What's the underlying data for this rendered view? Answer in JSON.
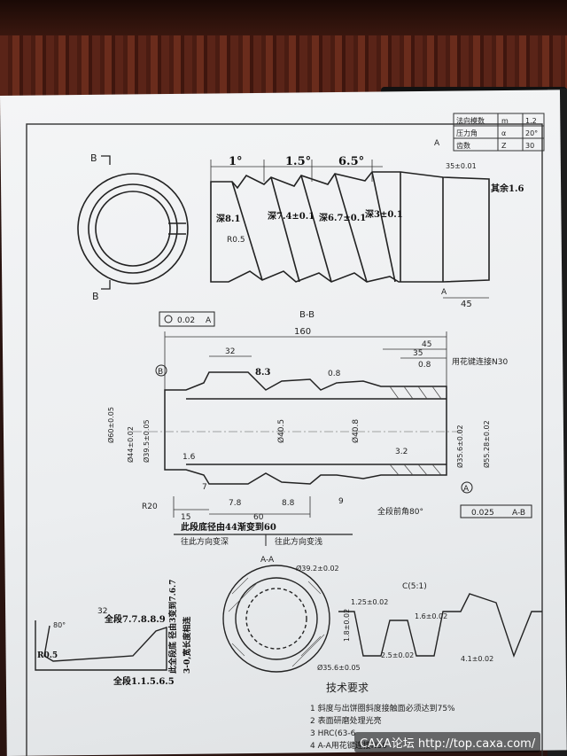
{
  "title_block": {
    "rows": [
      [
        "法向模数",
        "m",
        "1.2"
      ],
      [
        "压力角",
        "α",
        "20°"
      ],
      [
        "齿数",
        "Z",
        "30"
      ]
    ]
  },
  "top_view": {
    "section_b_label": "B",
    "section_b_label2": "B",
    "section_a_label": "A",
    "section_a_label2": "A",
    "pitch_1": "1°",
    "pitch_2": "1.5°",
    "pitch_3": "6.5°",
    "depth_1": "深8.1",
    "depth_2": "深7.4±0.1",
    "depth_3": "深6.7±0.1",
    "depth_4": "深3±0.1",
    "angle": "35±0.01",
    "radius": "R0.5",
    "length_45": "45",
    "remainder": "其余1.6"
  },
  "section_bb": {
    "title": "B-B",
    "tolerance_box": "0.02",
    "tolerance_ref": "A",
    "dim_160": "160",
    "dim_45": "45",
    "dim_35": "35",
    "dim_32": "32",
    "dim_8_3": "8.3",
    "roughness_08a": "0.8",
    "roughness_08b": "0.8",
    "spline_note": "用花键连接N30",
    "dia_60": "Ø60±0.05",
    "dia_44": "Ø44±0.02",
    "dia_39": "Ø39.5±0.05",
    "dia_40_5": "Ø40.5",
    "dia_40_8": "Ø40.8",
    "dia_35_6": "Ø35.6±0.02",
    "dia_55_28": "Ø55.28±0.02",
    "roughness_16": "1.6",
    "roughness_32": "3.2",
    "datum_b": "B",
    "datum_a": "A",
    "r20": "R20",
    "dim_7": "7",
    "dim_7_8": "7.8",
    "dim_8_8": "8.8",
    "dim_9": "9",
    "dim_15": "15",
    "dim_60": "60",
    "chamfer_note": "全段前角80°",
    "runout": "0.025",
    "runout_ref": "A-B",
    "hand_note": "此段底径由44渐变到60",
    "dir_left": "往此方向变深",
    "dir_right": "往此方向变浅"
  },
  "section_aa": {
    "title": "A-A",
    "dia_39_2": "Ø39.2±0.02",
    "dia_35_6": "Ø35.6±0.05"
  },
  "detail_c": {
    "title": "C(5:1)",
    "d1": "1.25±0.02",
    "d2": "1.8±0.02",
    "d3": "1.6±0.02",
    "d4": "2.5±0.02",
    "d5": "4.1±0.02"
  },
  "profile_detail": {
    "dim_32": "32",
    "angle_80": "80°",
    "hand_1": "全段7.7.8.8.9",
    "r0_5": "R0.5",
    "hand_2": "全段1.1.5.6.5",
    "hand_3": "此全段底 径由3变到7.6.7",
    "hand_4": "3-0,宽长度相连"
  },
  "tech_req": {
    "heading": "技术要求",
    "items": [
      "1  斜度与出饼圈斜度接触面必须达到75%",
      "2  表面研磨处理光亮",
      "3  HRC(63-6",
      "4  A-A用花键连接N30"
    ]
  },
  "watermark": "CAXA论坛 http://top.caxa.com/"
}
